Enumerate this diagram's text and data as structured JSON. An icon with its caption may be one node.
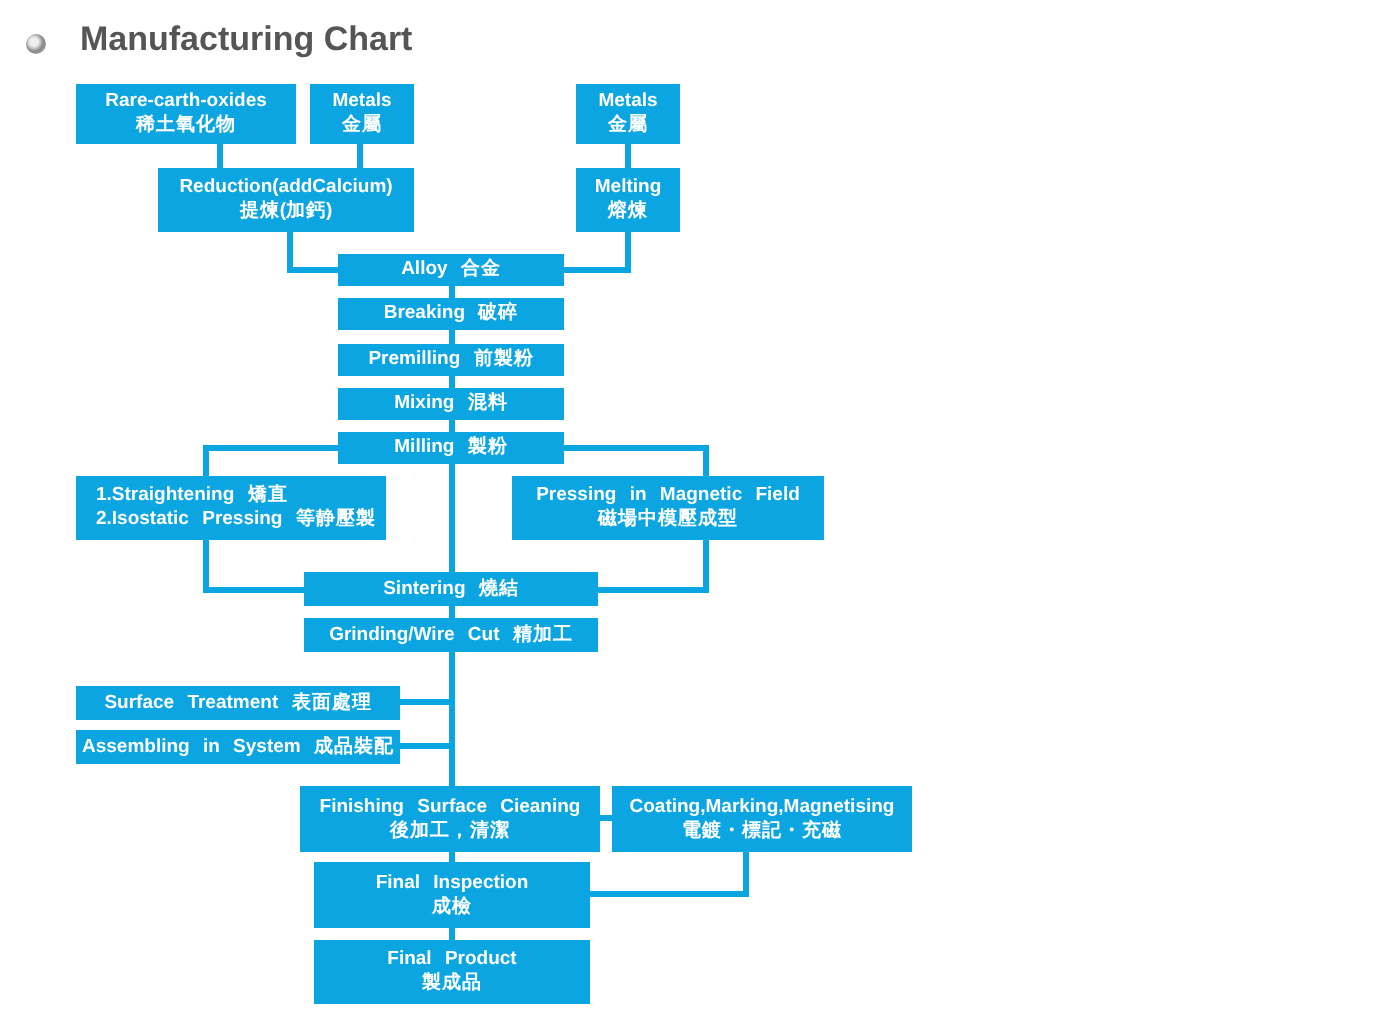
{
  "diagram": {
    "title": "Manufacturing Chart",
    "nodes": [
      {
        "text": [
          "Rare-carth-oxides",
          "稀土氧化物"
        ]
      },
      {
        "text": [
          "Metals",
          "金屬"
        ]
      },
      {
        "text": [
          "Metals",
          "金屬"
        ]
      },
      {
        "text": [
          "Reduction(addCalcium)",
          "提煉(加鈣)"
        ]
      },
      {
        "text": [
          "Melting",
          "熔煉"
        ]
      },
      {
        "text": [
          "Alloy 合金"
        ]
      },
      {
        "text": [
          "Breaking 破碎"
        ]
      },
      {
        "text": [
          "Premilling 前製粉"
        ]
      },
      {
        "text": [
          "Mixing 混料"
        ]
      },
      {
        "text": [
          "Milling 製粉"
        ]
      },
      {
        "text": [
          "1.Straightening 矯直",
          "2.Isostatic Pressing 等静壓製"
        ]
      },
      {
        "text": [
          "Pressing in Magnetic Field",
          "磁場中模壓成型"
        ]
      },
      {
        "text": [
          "Sintering 燒結"
        ]
      },
      {
        "text": [
          "Grinding/Wire Cut 精加工"
        ]
      },
      {
        "text": [
          "Surface Treatment 表面處理"
        ]
      },
      {
        "text": [
          "Assembling in System 成品裝配"
        ]
      },
      {
        "text": [
          "Finishing Surface Cieaning",
          "後加工，清潔"
        ]
      },
      {
        "text": [
          "Coating,Marking,Magnetising",
          "電鍍・標記・充磁"
        ]
      },
      {
        "text": [
          "Final Inspection",
          "成檢"
        ]
      },
      {
        "text": [
          "Final Product",
          "製成品"
        ]
      }
    ],
    "edges": [
      {
        "from": 0,
        "to": 3,
        "arrow": "none"
      },
      {
        "from": 1,
        "to": 3,
        "arrow": "none"
      },
      {
        "from": 2,
        "to": 4,
        "arrow": "none"
      },
      {
        "from": 3,
        "to": 5,
        "arrow": "none"
      },
      {
        "from": 4,
        "to": 5,
        "arrow": "none"
      },
      {
        "from": 5,
        "to": 6,
        "arrow": "none"
      },
      {
        "from": 6,
        "to": 7,
        "arrow": "none"
      },
      {
        "from": 7,
        "to": 8,
        "arrow": "none"
      },
      {
        "from": 8,
        "to": 9,
        "arrow": "none"
      },
      {
        "from": 9,
        "to": 10,
        "arrow": "none"
      },
      {
        "from": 9,
        "to": 11,
        "arrow": "none"
      },
      {
        "from": 10,
        "to": 12,
        "arrow": "none"
      },
      {
        "from": 11,
        "to": 12,
        "arrow": "none"
      },
      {
        "from": 9,
        "to": 12,
        "arrow": "none"
      },
      {
        "from": 12,
        "to": 13,
        "arrow": "none"
      },
      {
        "from": 13,
        "to": 14,
        "arrow": "none"
      },
      {
        "from": 13,
        "to": 15,
        "arrow": "none"
      },
      {
        "from": 13,
        "to": 16,
        "arrow": "none"
      },
      {
        "from": 16,
        "to": 17,
        "arrow": "none"
      },
      {
        "from": 17,
        "to": 18,
        "arrow": "none"
      },
      {
        "from": 16,
        "to": 18,
        "arrow": "none"
      },
      {
        "from": 18,
        "to": 19,
        "arrow": "none"
      }
    ]
  }
}
